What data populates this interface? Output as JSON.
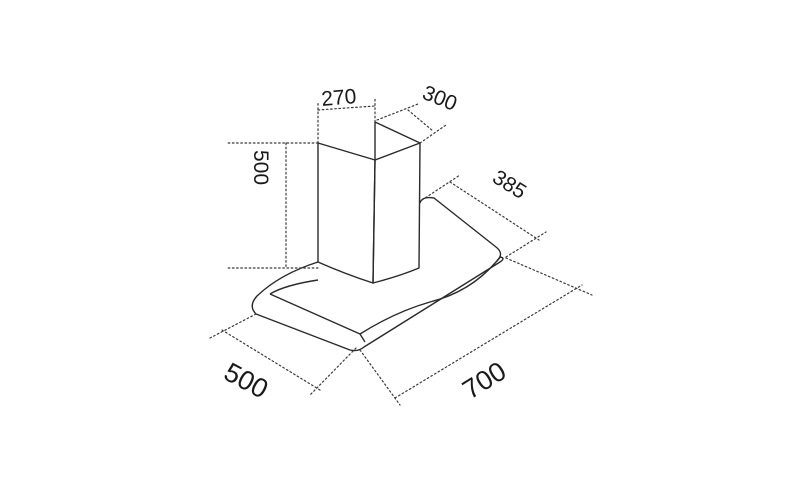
{
  "diagram": {
    "dimensions": {
      "chimney_width": "270",
      "chimney_depth": "300",
      "canopy_depth_top": "385",
      "chimney_height": "500",
      "hood_depth": "500",
      "hood_width": "700"
    }
  }
}
